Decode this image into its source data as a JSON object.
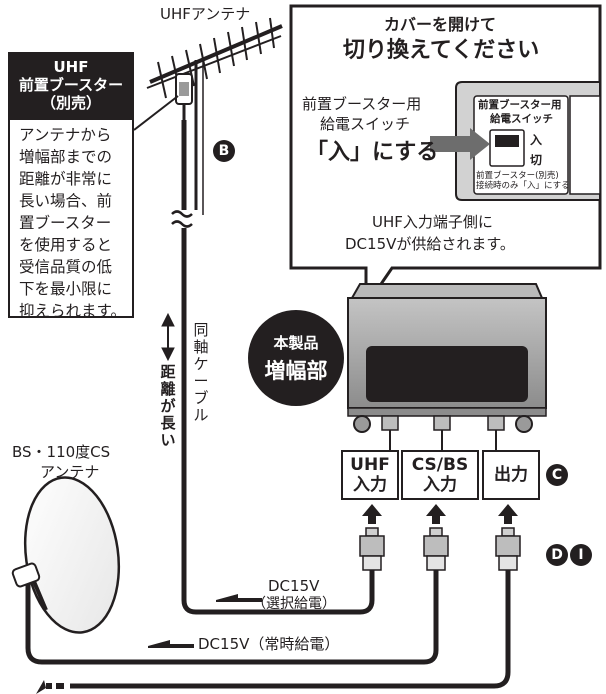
{
  "uhf_antenna_label": "UHFアンテナ",
  "booster": {
    "title_line1": "UHF",
    "title_line2": "前置ブースター",
    "title_line3": "（別売）",
    "note": "アンテナから\n増幅部までの\n距離が非常に\n長い場合、前\n置ブースター\nを使用すると\n受信品質の低\n下を最小限に\n抑えられます。"
  },
  "callout": {
    "title_line1": "カバーを開けて",
    "title_line2": "切り換えてください",
    "switch_label_line1": "前置ブースター用",
    "switch_label_line2": "給電スイッチ",
    "switch_action": "「入」にする",
    "panel_title_line1": "前置ブースター用",
    "panel_title_line2": "給電スイッチ",
    "panel_on": "入",
    "panel_off": "切",
    "panel_note_line1": "前置ブースター(別売)",
    "panel_note_line2": "接続時のみ「入」にする",
    "supply_line1": "UHF入力端子側に",
    "supply_line2": "DC15Vが供給されます。"
  },
  "unit": {
    "badge_line1": "本製品",
    "badge_line2": "増幅部"
  },
  "ports": {
    "uhf_in": "UHF\n入力",
    "csbs_in": "CS/BS\n入力",
    "output": "出力"
  },
  "markers": {
    "b": "B",
    "c": "C",
    "d": "D",
    "i": "I"
  },
  "cable": {
    "coax": "同軸ケーブル",
    "distance": "距離が長い"
  },
  "bs_antenna_line1": "BS・110度CS",
  "bs_antenna_line2": "アンテナ",
  "dc_selective_line1": "DC15V",
  "dc_selective_line2": "（選択給電）",
  "dc_constant": "DC15V（常時給電）",
  "colors": {
    "ink": "#231f20",
    "unit_gray": "#9a9a9a",
    "panel_bg": "#cfcfcf",
    "arrow_gray": "#6d6d6d"
  }
}
